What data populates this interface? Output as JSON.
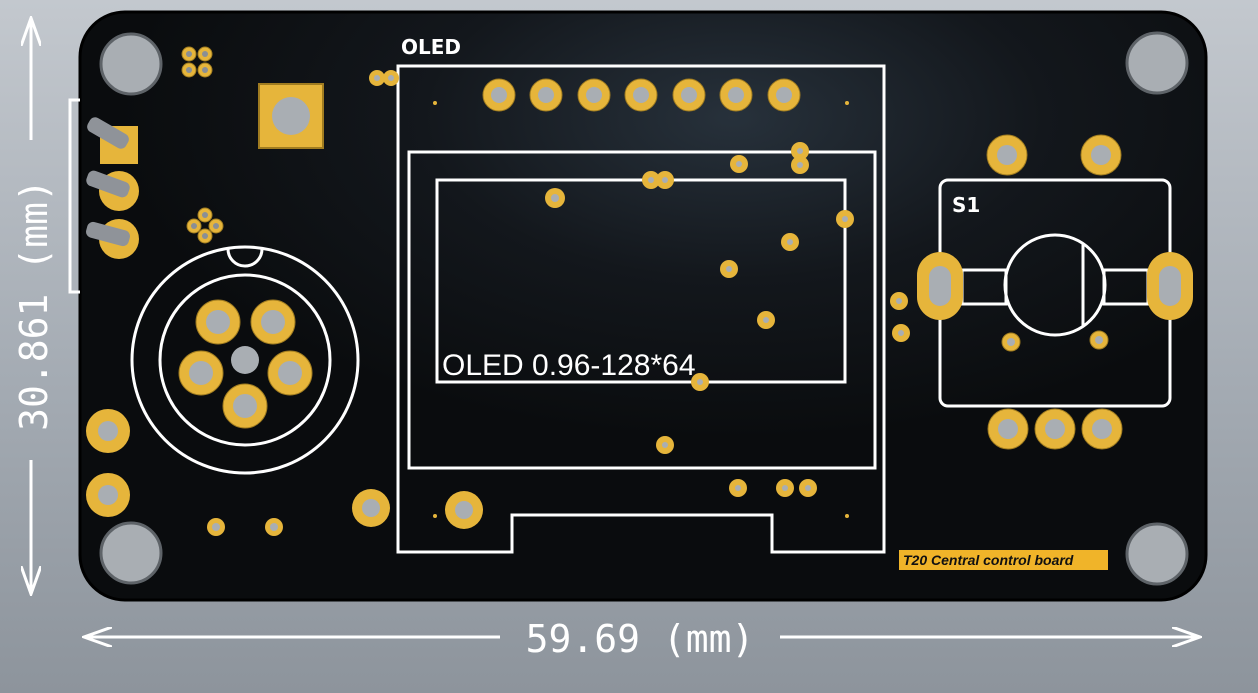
{
  "board": {
    "oled_header": "OLED",
    "oled_label": "OLED 0.96-128*64",
    "switch_label": "S1",
    "product_tag": "T20 Central control board"
  },
  "dimensions": {
    "width_label": "59.69 (mm)",
    "height_label": "30.861 (mm)"
  },
  "colors": {
    "board": "#0d0f12",
    "pad_gold": "#e6b53b",
    "silkscreen": "#ffffff",
    "tag_bg": "#f0b429",
    "drill": "#a9aeb3"
  }
}
